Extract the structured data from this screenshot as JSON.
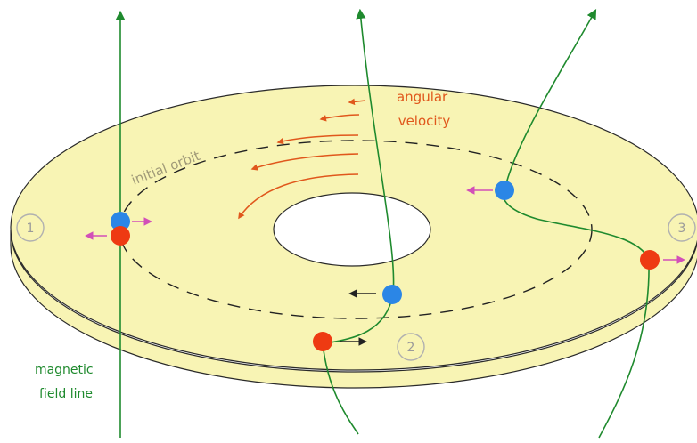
{
  "labels": {
    "angular_velocity": [
      "angular",
      "velocity"
    ],
    "initial_orbit": "initial orbit",
    "magnetic_field_line": [
      "magnetic",
      "field line"
    ]
  },
  "markers": [
    "1",
    "2",
    "3"
  ],
  "colors": {
    "disk_fill": "#f8f4b4",
    "disk_stroke": "#2a2a2a",
    "field_line": "#1f8a2e",
    "velocity_arrow": "#e0571c",
    "blue_particle": "#2b86e6",
    "red_particle": "#ee3a12",
    "magenta_arrow": "#d24fb8",
    "black_arrow": "#222222",
    "marker_ring": "#b0b0b0"
  },
  "icons": {
    "blue_particle": "blue-dot",
    "red_particle": "red-dot",
    "arrow": "arrowhead"
  }
}
